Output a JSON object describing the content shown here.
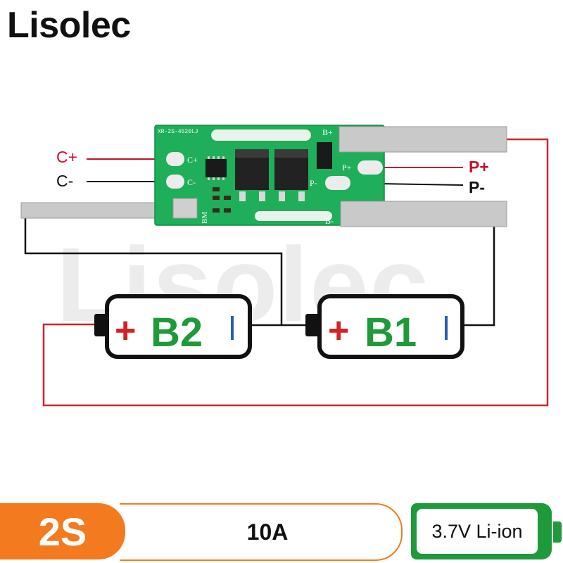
{
  "brand": "Lisolec",
  "watermark": "Lisolec",
  "board": {
    "silkscreen_code": "XR-2S-4520LJ",
    "pad_labels": {
      "b_plus": "B+",
      "b_minus": "B-",
      "c_plus": "C+",
      "c_minus": "C-",
      "p_plus": "P+",
      "p_minus": "P-",
      "bm": "BM"
    }
  },
  "terminals": {
    "c_plus": "C+",
    "c_minus": "C-",
    "p_plus": "P+",
    "p_minus": "P-"
  },
  "batteries": [
    {
      "plus": "+",
      "name": "B2"
    },
    {
      "plus": "+",
      "name": "B1"
    }
  ],
  "colors": {
    "wire_red": "#d2232a",
    "wire_black": "#111111",
    "pcb_green": "#1fae59",
    "battery_text": "#1f9a3b",
    "accent_orange": "#f47a20",
    "accent_green": "#1f9a3b"
  },
  "footer": {
    "config": "2S",
    "current": "10A",
    "cell_type": "3.7V Li-ion"
  }
}
